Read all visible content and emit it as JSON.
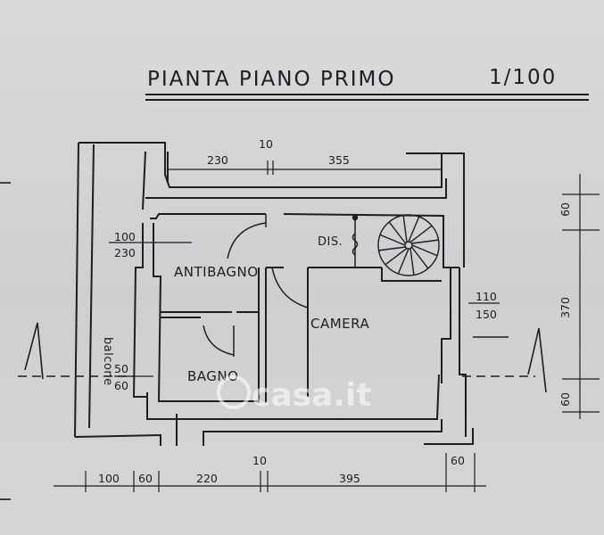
{
  "title": "PIANTA PIANO PRIMO",
  "scale": "1/100",
  "rooms": {
    "antibagno": "ANTIBAGNO",
    "bagno": "BAGNO",
    "camera": "CAMERA",
    "dis": "DIS.",
    "balcone": "balcone"
  },
  "dimensions": {
    "top_left": "230",
    "top_mid": "10",
    "top_right": "355",
    "left_upper": "100",
    "left_upper2": "230",
    "left_lower": "50",
    "left_lower2": "60",
    "right_inner_1": "110",
    "right_inner_2": "150",
    "right_top": "60",
    "right_mid": "370",
    "right_bottom": "60",
    "bottom_1": "100",
    "bottom_2": "60",
    "bottom_3": "220",
    "bottom_4": "10",
    "bottom_5": "395",
    "bottom_6": "60"
  },
  "watermark": "casa.it",
  "colors": {
    "ink": "#1e1e22",
    "paper": "#d4d4d6"
  }
}
